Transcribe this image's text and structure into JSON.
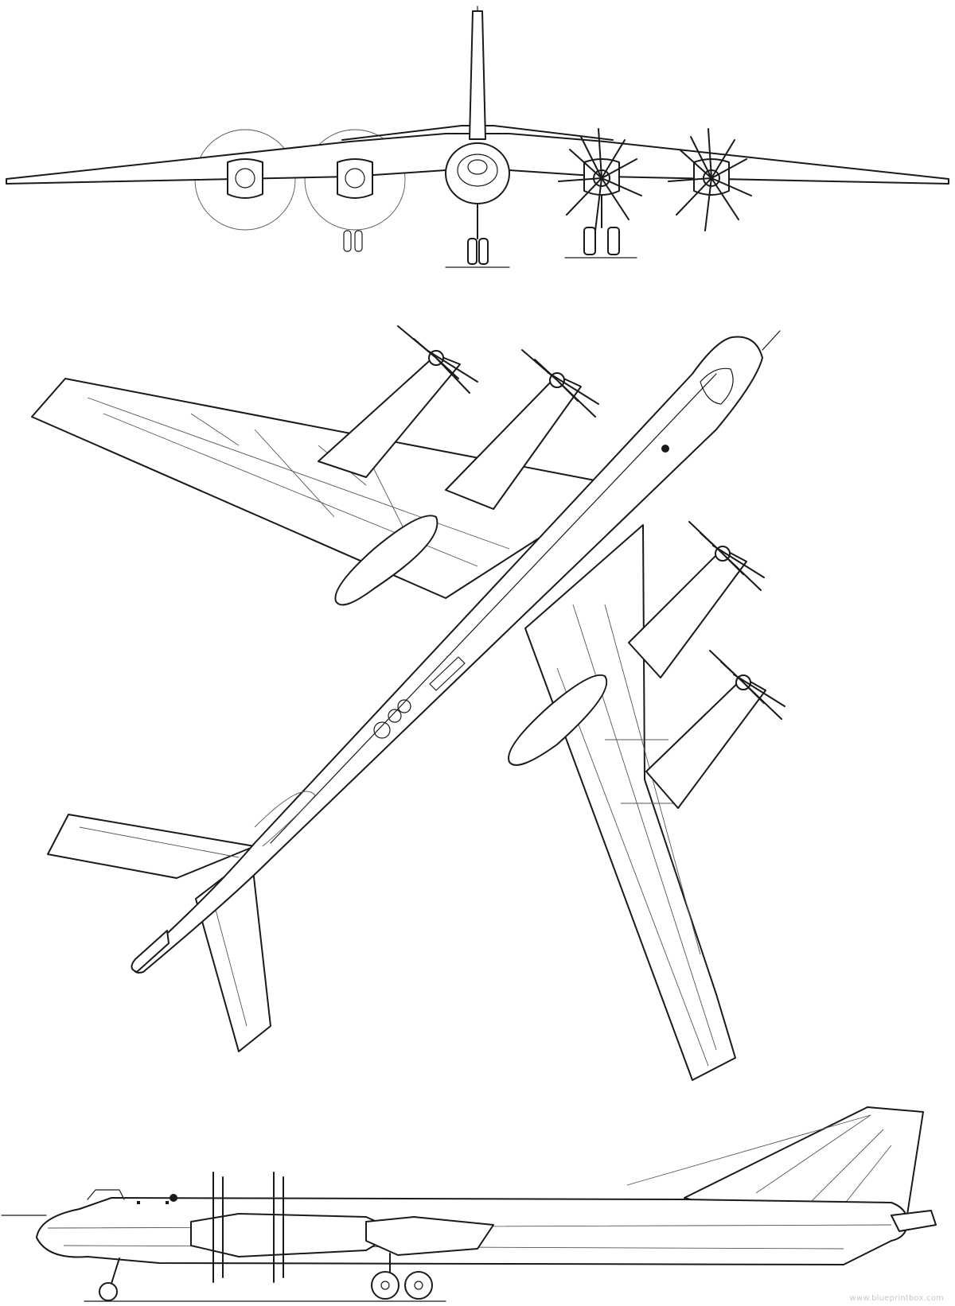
{
  "drawing": {
    "subject": "four-turboprop swept-wing aircraft",
    "views": [
      "front",
      "top",
      "side"
    ],
    "line_color": "#1a1a1a",
    "background_color": "#ffffff"
  },
  "watermark": {
    "text": "www.blueprintbox.com"
  }
}
